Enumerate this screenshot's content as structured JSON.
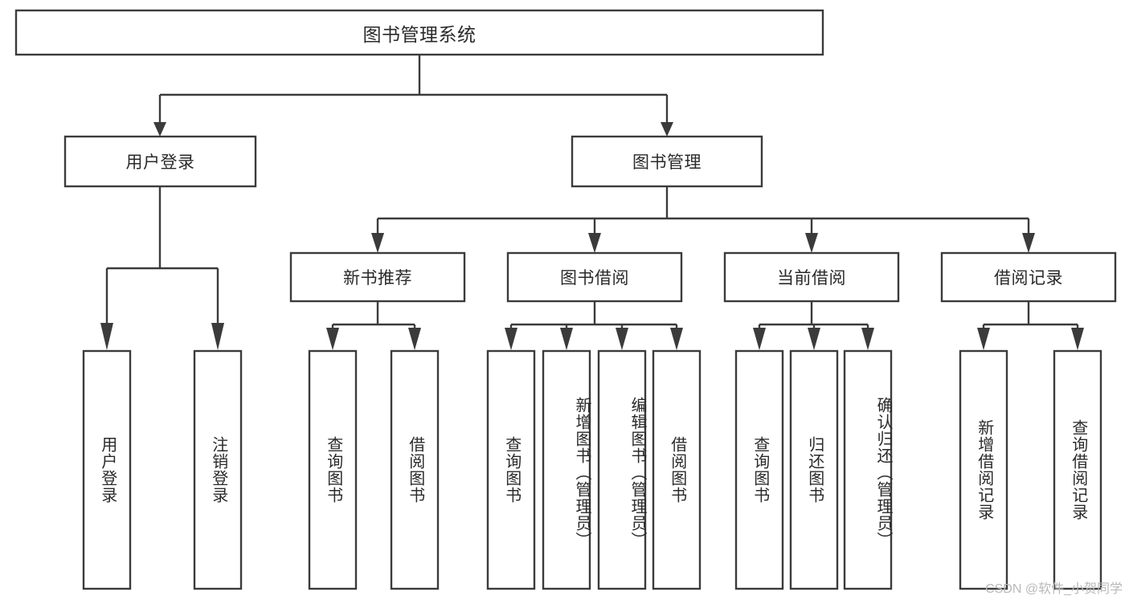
{
  "diagram": {
    "type": "tree",
    "title": "图书管理系统",
    "watermark": "CSDN @软件_小贺同学",
    "levels": {
      "root": {
        "label": "图书管理系统"
      },
      "level2": [
        {
          "id": "user-login",
          "label": "用户登录"
        },
        {
          "id": "book-management",
          "label": "图书管理"
        }
      ],
      "level3": [
        {
          "id": "new-book-recommend",
          "label": "新书推荐",
          "parent": "book-management"
        },
        {
          "id": "book-borrow",
          "label": "图书借阅",
          "parent": "book-management"
        },
        {
          "id": "current-borrow",
          "label": "当前借阅",
          "parent": "book-management"
        },
        {
          "id": "borrow-record",
          "label": "借阅记录",
          "parent": "book-management"
        }
      ],
      "leaves": [
        {
          "id": "leaf-user-login",
          "label": "用户登录",
          "parent": "user-login"
        },
        {
          "id": "leaf-logout-login",
          "label": "注销登录",
          "parent": "user-login"
        },
        {
          "id": "leaf-query-book-1",
          "label": "查询图书",
          "parent": "new-book-recommend"
        },
        {
          "id": "leaf-borrow-book-1",
          "label": "借阅图书",
          "parent": "new-book-recommend"
        },
        {
          "id": "leaf-query-book-2",
          "label": "查询图书",
          "parent": "book-borrow"
        },
        {
          "id": "leaf-add-book",
          "label": "新增图书（管理员）",
          "parent": "book-borrow"
        },
        {
          "id": "leaf-edit-book",
          "label": "编辑图书（管理员）",
          "parent": "book-borrow"
        },
        {
          "id": "leaf-borrow-book-2",
          "label": "借阅图书",
          "parent": "book-borrow"
        },
        {
          "id": "leaf-query-book-3",
          "label": "查询图书",
          "parent": "current-borrow"
        },
        {
          "id": "leaf-return-book",
          "label": "归还图书",
          "parent": "current-borrow"
        },
        {
          "id": "leaf-confirm-return",
          "label": "确认归还（管理员）",
          "parent": "current-borrow"
        },
        {
          "id": "leaf-add-record",
          "label": "新增借阅记录",
          "parent": "borrow-record"
        },
        {
          "id": "leaf-query-record",
          "label": "查询借阅记录",
          "parent": "borrow-record"
        }
      ]
    },
    "colors": {
      "box_stroke": "#3b3b3b",
      "box_fill": "#ffffff",
      "text": "#2a2a2a",
      "background": "#ffffff",
      "watermark": "#b9b9b9"
    }
  }
}
